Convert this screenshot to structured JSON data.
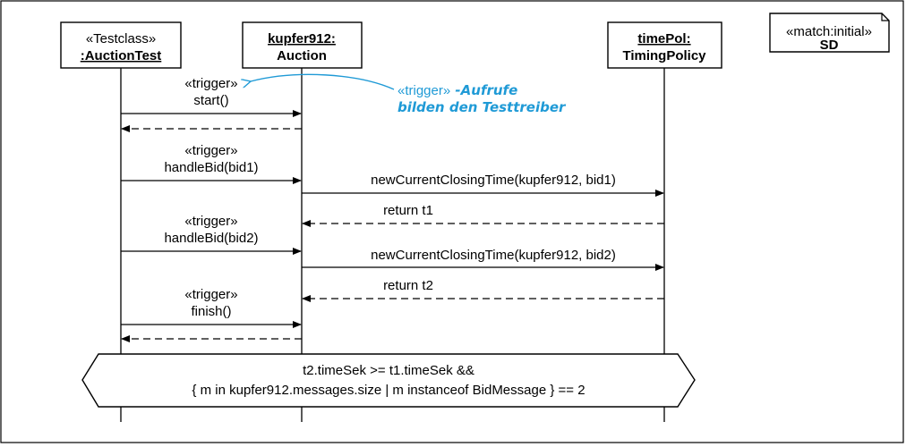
{
  "lifelines": [
    {
      "stereotype": "«Testclass»",
      "name": ":AuctionTest"
    },
    {
      "line1": "kupfer912:",
      "line2": "Auction"
    },
    {
      "line1": "timePol:",
      "line2": "TimingPolicy"
    }
  ],
  "frame_tag": {
    "stereotype": "«match:initial»",
    "name": "SD"
  },
  "messages": {
    "m1_stereo": "«trigger»",
    "m1_label": "start()",
    "m2_stereo": "«trigger»",
    "m2_label": "handleBid(bid1)",
    "m3_label": "newCurrentClosingTime(kupfer912, bid1)",
    "m3_return": "return t1",
    "m4_stereo": "«trigger»",
    "m4_label": "handleBid(bid2)",
    "m5_label": "newCurrentClosingTime(kupfer912, bid2)",
    "m5_return": "return t2",
    "m6_stereo": "«trigger»",
    "m6_label": "finish()"
  },
  "annotation": {
    "stereo": "«trigger»",
    "line1": " -Aufrufe",
    "line2": "bilden den Testtreiber"
  },
  "condition": {
    "line1": "t2.timeSek >= t1.timeSek &&",
    "line2": "{ m in kupfer912.messages.size | m instanceof BidMessage } == 2"
  },
  "colors": {
    "annotation": "#1f9ad6"
  }
}
